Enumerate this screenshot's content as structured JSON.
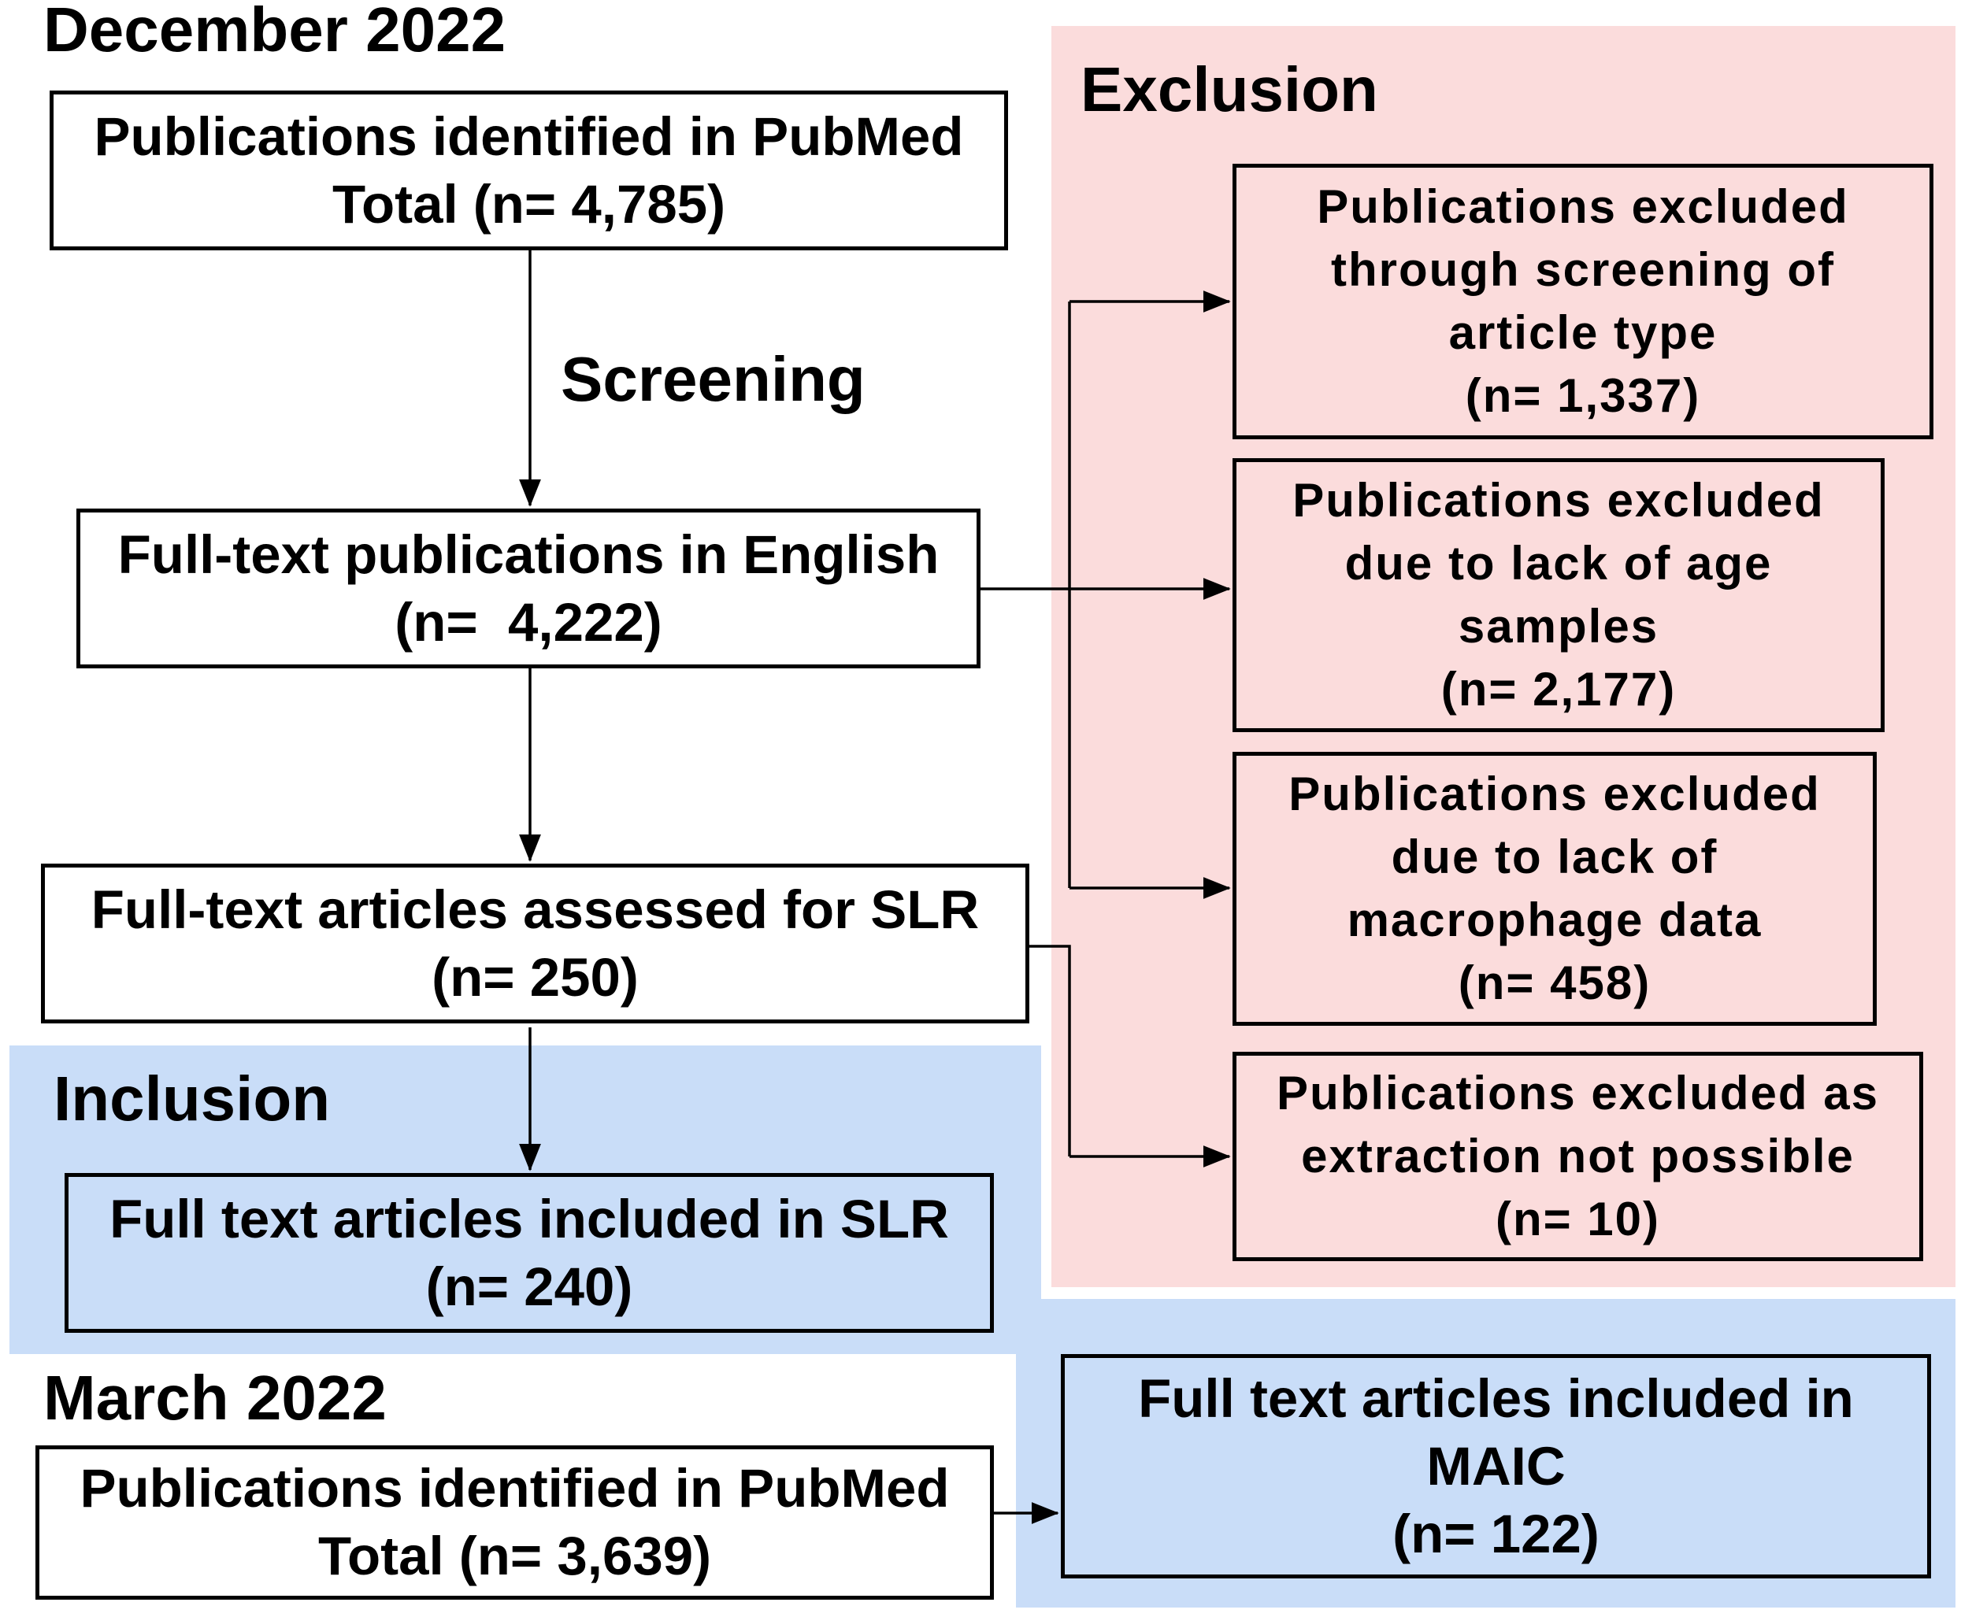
{
  "dates": {
    "top": "December 2022",
    "bottom": "March 2022"
  },
  "sections": {
    "exclusion": "Exclusion",
    "inclusion": "Inclusion",
    "screening": "Screening"
  },
  "main_flow": {
    "identified": {
      "line1": "Publications identified in PubMed",
      "line2": "Total (n= 4,785)"
    },
    "english": {
      "line1": "Full-text publications in English",
      "line2": "(n=  4,222)"
    },
    "assessed": {
      "line1": "Full-text articles assessed for SLR",
      "line2": "(n= 250)"
    },
    "included_slr": {
      "line1": "Full text articles included in SLR",
      "line2": "(n= 240)"
    }
  },
  "exclusions": [
    {
      "lines": [
        "Publications excluded",
        "through screening of",
        "article type",
        "(n= 1,337)"
      ]
    },
    {
      "lines": [
        "Publications excluded",
        "due to lack of age",
        "samples",
        "(n= 2,177)"
      ]
    },
    {
      "lines": [
        "Publications excluded",
        "due to lack of",
        "macrophage data",
        "(n= 458)"
      ]
    },
    {
      "lines": [
        "Publications excluded as",
        "extraction not possible",
        "(n= 10)"
      ]
    }
  ],
  "march_flow": {
    "identified": {
      "line1": "Publications identified in PubMed",
      "line2": "Total (n= 3,639)"
    },
    "maic": {
      "lines": [
        "Full text articles included in",
        "MAIC",
        "(n= 122)"
      ]
    }
  },
  "colors": {
    "exclusion_bg": "#fbdcdc",
    "inclusion_bg": "#c9ddf8",
    "border": "#000000"
  }
}
